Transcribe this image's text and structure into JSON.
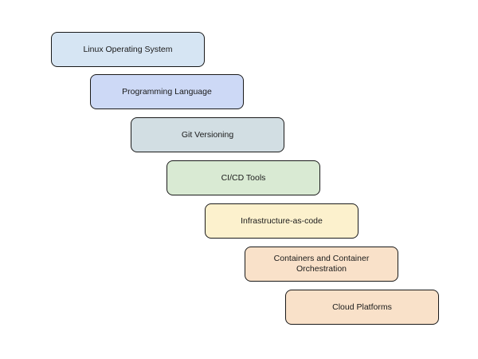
{
  "diagram": {
    "type": "staircase-flow",
    "background_color": "#ffffff",
    "border_color": "#1a1a1a",
    "text_color": "#1a1a1a",
    "boxes": [
      {
        "label": "Linux Operating System",
        "fill": "#d6e5f3"
      },
      {
        "label": "Programming Language",
        "fill": "#cdd9f6"
      },
      {
        "label": "Git Versioning",
        "fill": "#d2dee3"
      },
      {
        "label": "CI/CD Tools",
        "fill": "#d9ead3"
      },
      {
        "label": "Infrastructure-as-code",
        "fill": "#fcf1cd"
      },
      {
        "label": "Containers and Container Orchestration",
        "fill": "#f9e1c9"
      },
      {
        "label": "Cloud Platforms",
        "fill": "#f9e1c9"
      }
    ]
  }
}
